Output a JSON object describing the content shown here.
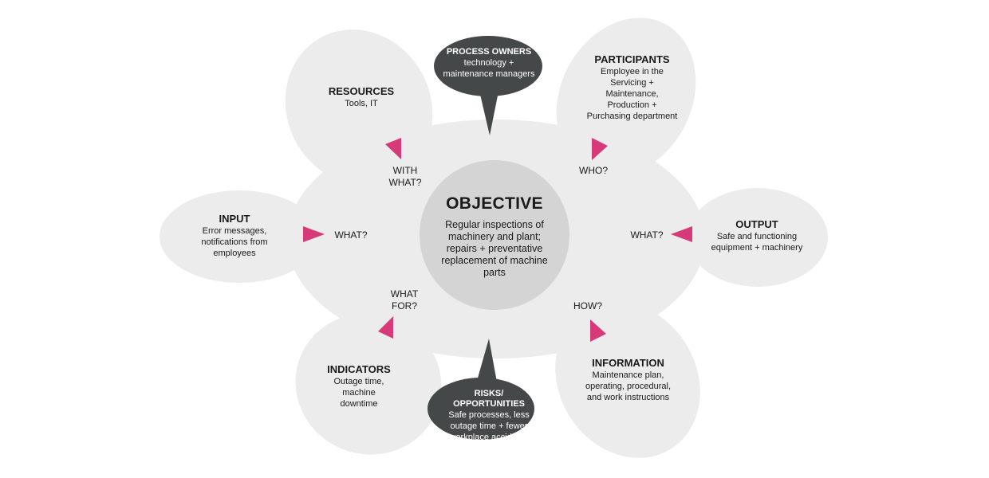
{
  "objective": {
    "title": "OBJECTIVE",
    "description": "Regular inspections of machinery and plant; repairs + preventative replacement of machine parts"
  },
  "resources": {
    "title": "RESOURCES",
    "text": "Tools, IT",
    "question": "WITH WHAT?"
  },
  "process_owners": {
    "title": "PROCESS OWNERS",
    "text": "technology + maintenance managers"
  },
  "participants": {
    "title": "PARTICIPANTS",
    "text": "Employee in the Servicing + Maintenance, Production + Purchasing department",
    "question": "WHO?"
  },
  "input": {
    "title": "INPUT",
    "text": "Error messages, notifications from employees",
    "question": "WHAT?"
  },
  "output": {
    "title": "OUTPUT",
    "text": "Safe and functioning equipment + machinery",
    "question": "WHAT?"
  },
  "indicators": {
    "title": "INDICATORS",
    "text": "Outage time, machine downtime",
    "question": "WHAT FOR?"
  },
  "risks": {
    "title": "RISKS/ OPPORTUNITIES",
    "text": "Safe processes, less outage time + fewer workplace accidents"
  },
  "information": {
    "title": "INFORMATION",
    "text": "Maintenance plan, operating, procedural, and work instructions",
    "question": "HOW?"
  },
  "colors": {
    "petal": "#ececec",
    "center": "#d4d4d4",
    "dark": "#454848",
    "arrow": "#d63a78"
  }
}
